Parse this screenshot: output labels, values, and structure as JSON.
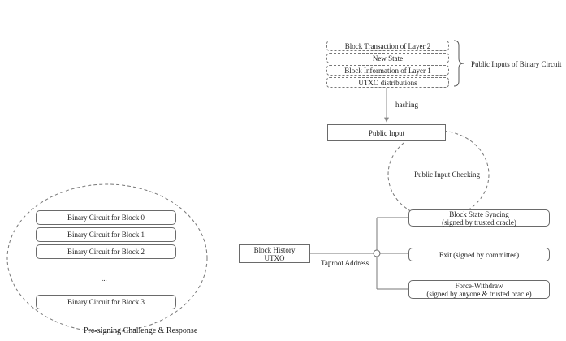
{
  "inputs": {
    "items": [
      "Block Transaction of Layer 2",
      "New State",
      "Block Information of Layer 1",
      "UTXO distributions"
    ],
    "brace_label": "Public Inputs of Binary Circuit"
  },
  "hashing_label": "hashing",
  "public_input_label": "Public Input",
  "checking_label": "Public Input Checking",
  "history": {
    "line1": "Block History",
    "line2": "UTXO"
  },
  "taproot_label": "Taproot Address",
  "branches": {
    "sync": {
      "line1": "Block State Syncing",
      "line2": "(signed by trusted oracle)"
    },
    "exit": {
      "line1": "Exit (signed by committee)"
    },
    "withdraw": {
      "line1": "Force-Withdraw",
      "line2": "(signed by anyone & trusted oracle)"
    }
  },
  "circuits": {
    "items": [
      "Binary Circuit for Block 0",
      "Binary Circuit for Block 1",
      "Binary Circuit for Block 2",
      "...",
      "Binary Circuit for Block 3"
    ],
    "caption": "Pre-signing  Challenge & Response"
  }
}
